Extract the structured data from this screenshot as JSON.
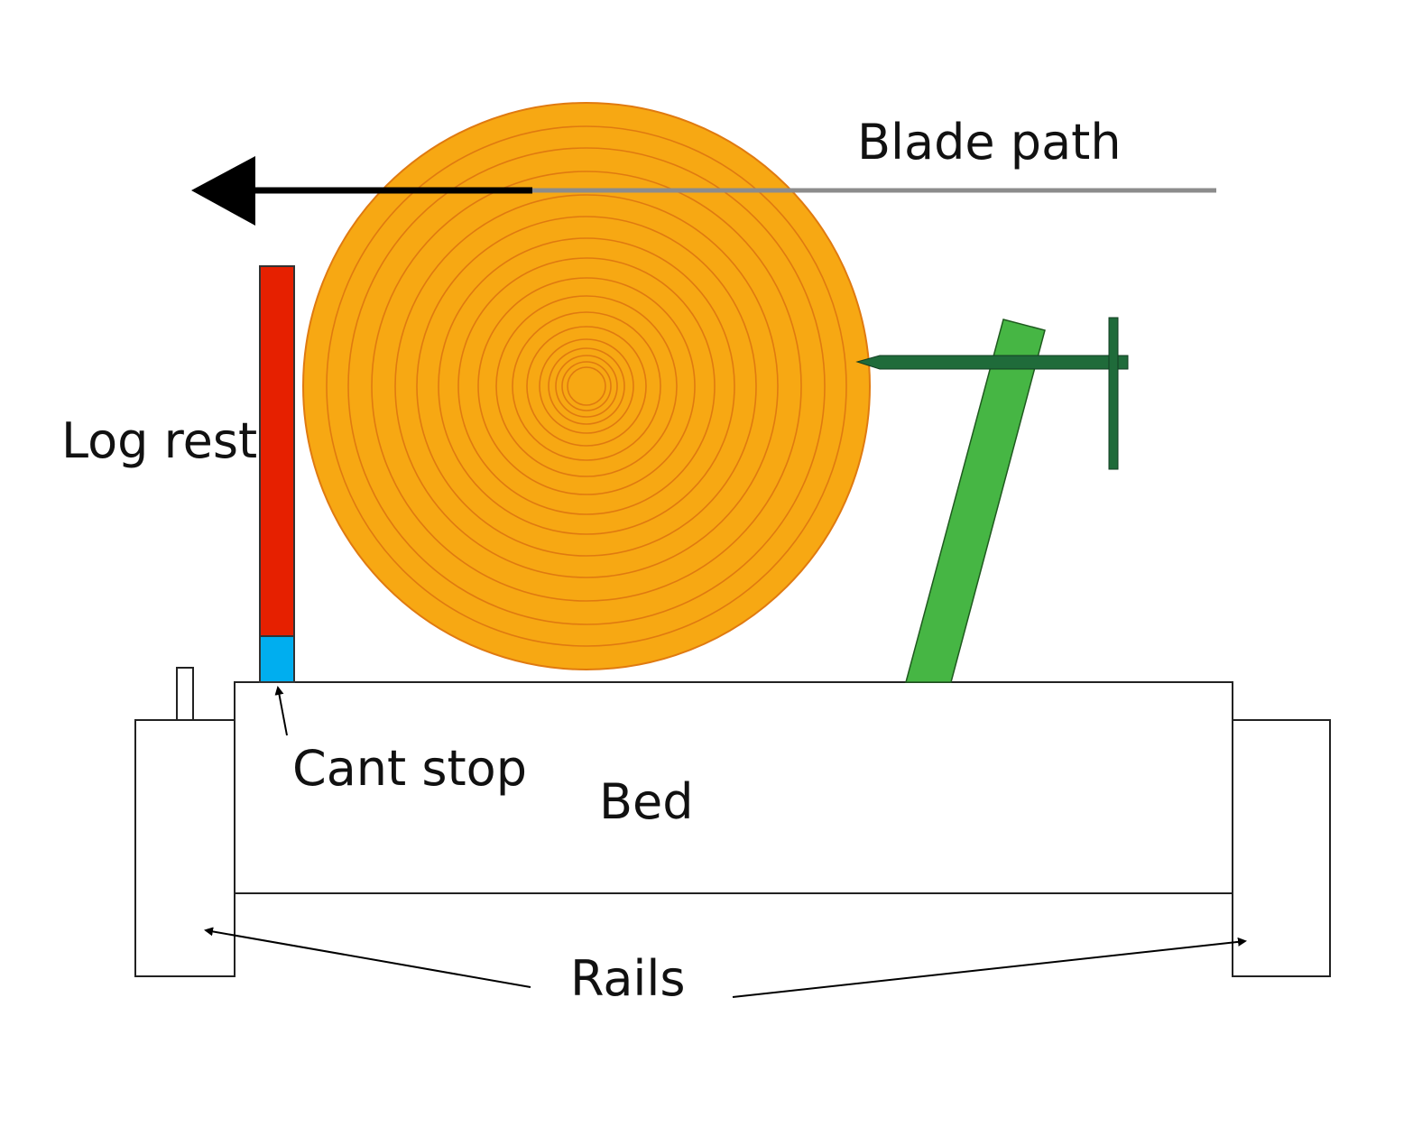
{
  "labels": {
    "blade_path": "Blade path",
    "log_rest": "Log rest",
    "cant_stop": "Cant stop",
    "bed": "Bed",
    "rails": "Rails"
  },
  "colors": {
    "log_fill": "#F7A813",
    "log_rings": "#E07A10",
    "log_rest": "#E62000",
    "cant_stop": "#00AEEF",
    "clamp_arm": "#46B644",
    "clamp_screw": "#1F6B3A",
    "blade_arrow": "#000000",
    "blade_line": "#8C8C8C",
    "outline": "#222222"
  },
  "icons": {
    "blade_direction": "arrow-left-icon",
    "cant_stop_pointer": "arrow-up-icon",
    "rails_pointers": "arrow-icon"
  }
}
